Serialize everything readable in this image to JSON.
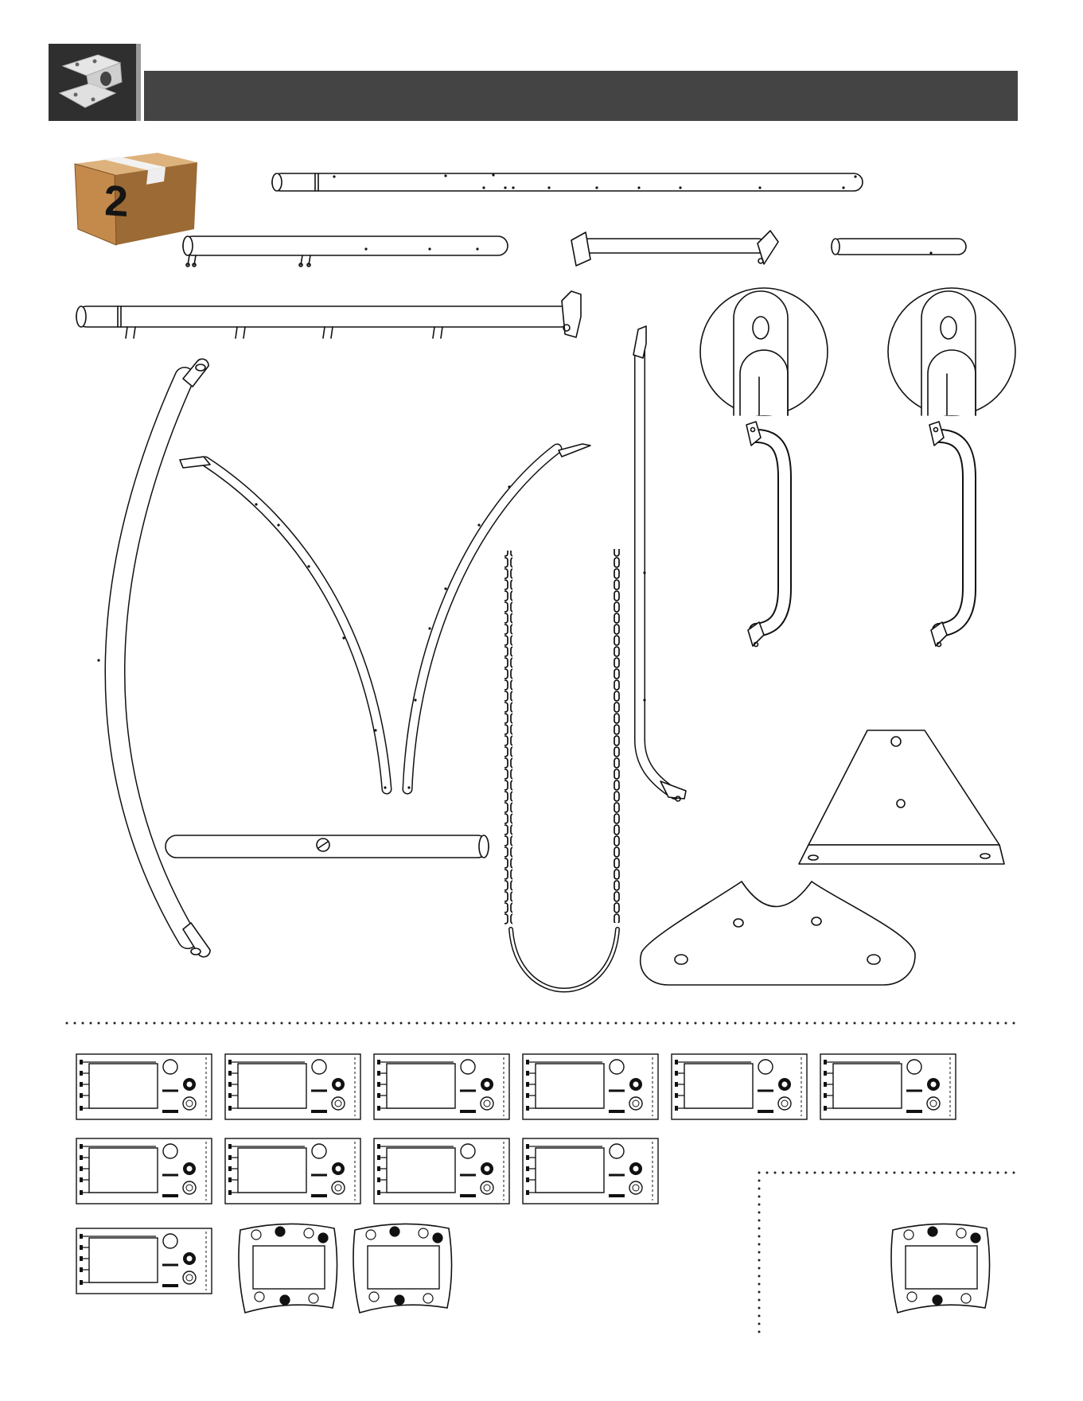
{
  "header": {
    "icon": "bracket-icon",
    "colors": {
      "tile": "#2f2f2f",
      "bar": "#444444",
      "accent": "#9a9a9a"
    }
  },
  "box": {
    "icon": "cardboard-box-icon",
    "number": "2",
    "colors": {
      "front": "#c48a4c",
      "side": "#9c6a34",
      "top": "#ddb27c",
      "tape": "#f2f2f2"
    }
  },
  "hardware": {
    "bag_rows": [
      6,
      4,
      1
    ],
    "pouches": 2,
    "extra_pouches": 1
  }
}
